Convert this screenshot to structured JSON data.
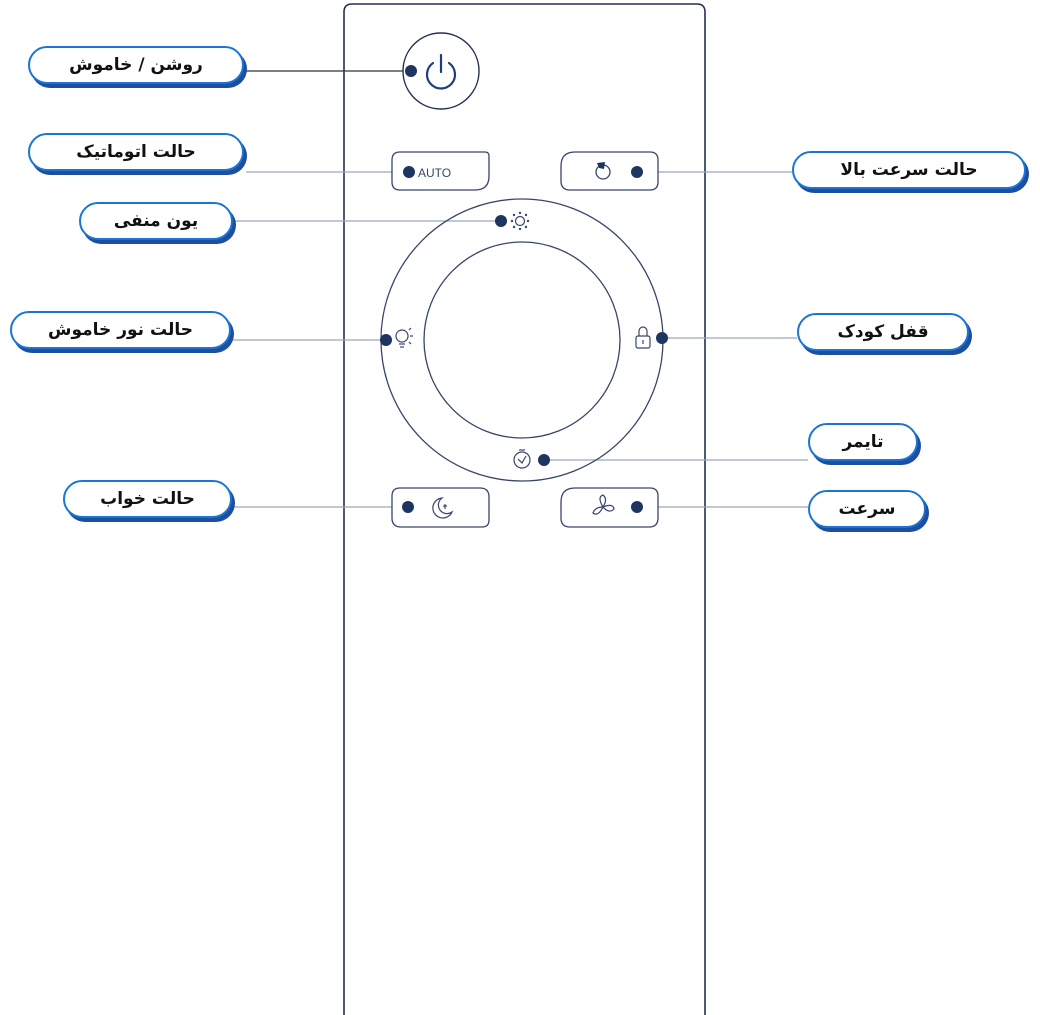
{
  "labels": {
    "power": "روشن / خاموش",
    "auto_mode": "حالت اتوماتیک",
    "high_speed_mode": "حالت سرعت بالا",
    "negative_ion": "یون منفی",
    "light_off_mode": "حالت نور خاموش",
    "child_lock": "قفل کودک",
    "timer": "تایمر",
    "sleep_mode": "حالت خواب",
    "speed": "سرعت"
  },
  "remote": {
    "auto_button_text": "AUTO"
  },
  "colors": {
    "callout_border": "#1976d2",
    "callout_shadow": "#1e4ea0",
    "remote_line": "#37466a",
    "leader_line": "#9aa7bd",
    "dot": "#1e3561"
  }
}
